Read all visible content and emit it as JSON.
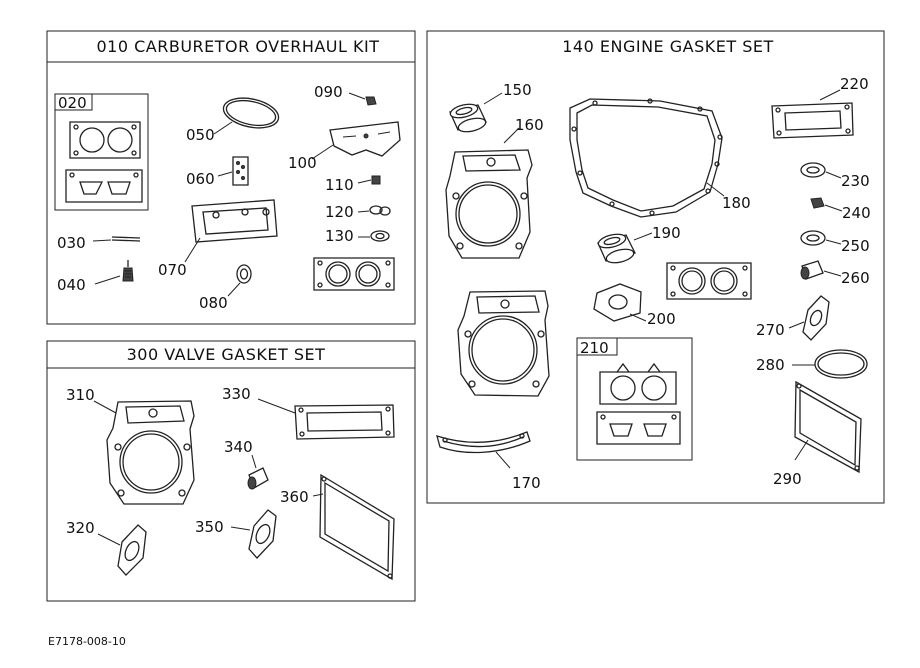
{
  "sections": {
    "carb": {
      "title": "010 CARBURETOR OVERHAUL KIT",
      "subkit": "020"
    },
    "engine": {
      "title": "140 ENGINE GASKET SET",
      "subkit": "210"
    },
    "valve": {
      "title": "300 VALVE GASKET SET"
    }
  },
  "callouts": {
    "c030": "030",
    "c040": "040",
    "c050": "050",
    "c060": "060",
    "c070": "070",
    "c080": "080",
    "c090": "090",
    "c100": "100",
    "c110": "110",
    "c120": "120",
    "c130": "130",
    "c150": "150",
    "c160": "160",
    "c170": "170",
    "c180": "180",
    "c190": "190",
    "c200": "200",
    "c220": "220",
    "c230": "230",
    "c240": "240",
    "c250": "250",
    "c260": "260",
    "c270": "270",
    "c280": "280",
    "c290": "290",
    "c310": "310",
    "c320": "320",
    "c330": "330",
    "c340": "340",
    "c350": "350",
    "c360": "360"
  },
  "figure_id": "E7178-008-10"
}
